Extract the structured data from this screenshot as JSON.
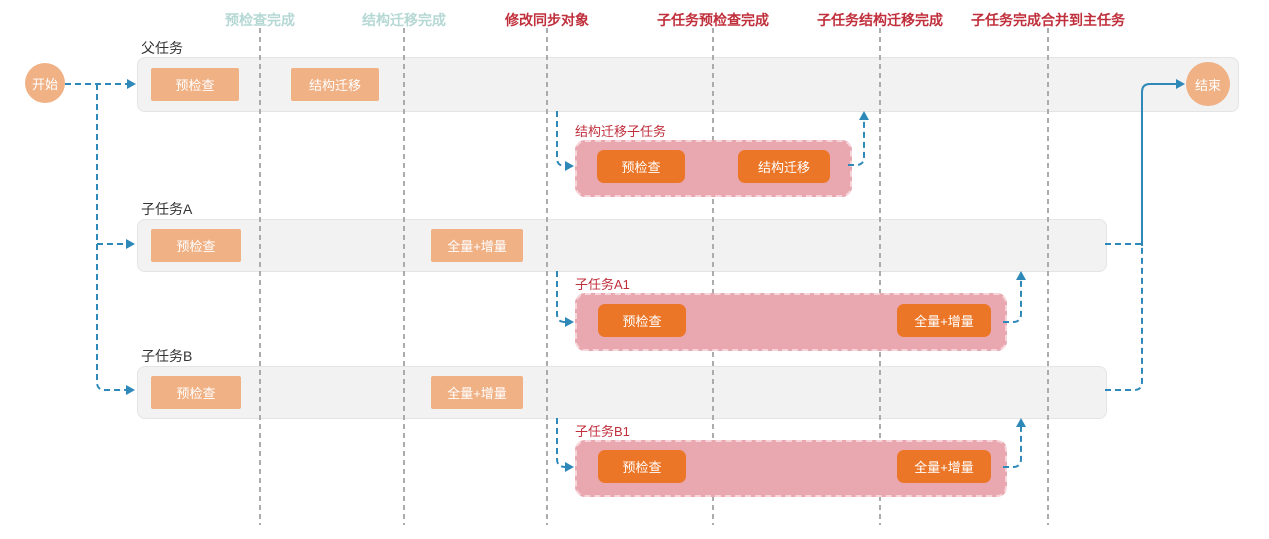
{
  "colors": {
    "accent_blue": "#2E89B8",
    "light_orange": "#F0B185",
    "dark_orange": "#EC7627",
    "subtask_pink": "#E9A7B0",
    "lane_gray": "#F2F2F3",
    "milestone_teal": "#B5D8D5",
    "milestone_red": "#C02F3C",
    "gridline_gray": "#ACACAC"
  },
  "nodes": {
    "start_label": "开始",
    "end_label": "结束"
  },
  "milestones": [
    {
      "label": "预检查完成",
      "style": "muted"
    },
    {
      "label": "结构迁移完成",
      "style": "muted"
    },
    {
      "label": "修改同步对象",
      "style": "highlight"
    },
    {
      "label": "子任务预检查完成",
      "style": "highlight"
    },
    {
      "label": "子任务结构迁移完成",
      "style": "highlight"
    },
    {
      "label": "子任务完成合并到主任务",
      "style": "highlight"
    }
  ],
  "lanes": [
    {
      "label": "父任务",
      "steps": [
        {
          "label": "预检查"
        },
        {
          "label": "结构迁移"
        }
      ]
    },
    {
      "label": "子任务A",
      "steps": [
        {
          "label": "预检查"
        },
        {
          "label": "全量+增量"
        }
      ]
    },
    {
      "label": "子任务B",
      "steps": [
        {
          "label": "预检查"
        },
        {
          "label": "全量+增量"
        }
      ]
    }
  ],
  "subtasks": [
    {
      "label": "结构迁移子任务",
      "steps": [
        {
          "label": "预检查"
        },
        {
          "label": "结构迁移"
        }
      ]
    },
    {
      "label": "子任务A1",
      "steps": [
        {
          "label": "预检查"
        },
        {
          "label": "全量+增量"
        }
      ]
    },
    {
      "label": "子任务B1",
      "steps": [
        {
          "label": "预检查"
        },
        {
          "label": "全量+增量"
        }
      ]
    }
  ]
}
